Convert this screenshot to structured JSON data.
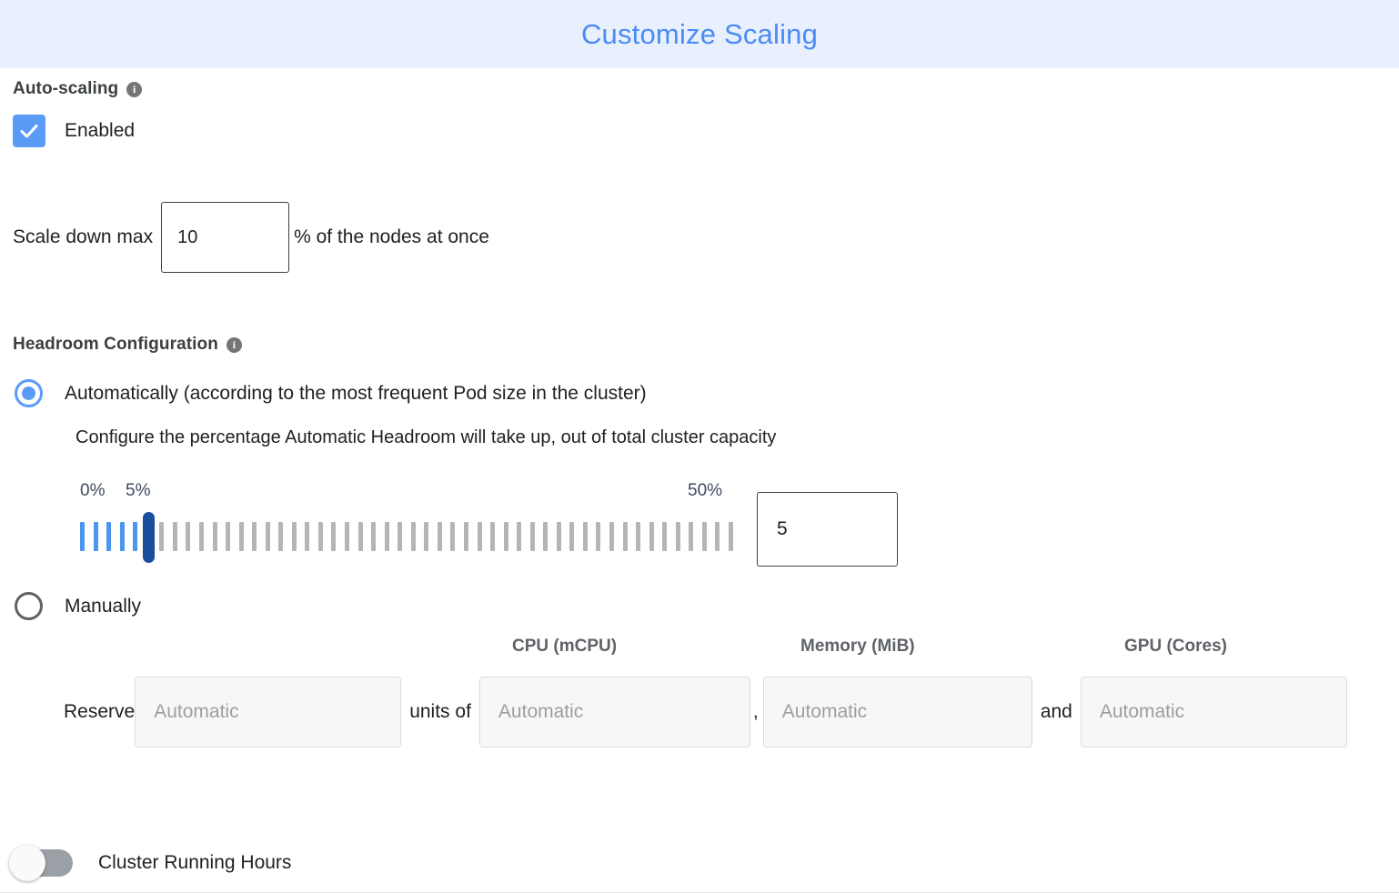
{
  "dialog": {
    "title": "Customize Scaling",
    "header_bg": "#e9f0fd",
    "title_color": "#4b8bf5"
  },
  "auto_scaling": {
    "heading": "Auto-scaling",
    "info_icon": "info-icon",
    "info_glyph": "i",
    "enabled_label": "Enabled",
    "enabled_checked": true,
    "checkbox_color": "#5b9bf8",
    "scale_down": {
      "prefix_label": "Scale down max",
      "value": "10",
      "suffix_label": "% of the nodes at once"
    }
  },
  "headroom": {
    "heading": "Headroom Configuration",
    "info_glyph": "i",
    "options": [
      {
        "id": "automatic",
        "label": "Automatically (according to the most frequent Pod size in the cluster)",
        "sublabel": "Configure the percentage Automatic Headroom will take up, out of total cluster capacity",
        "selected": true
      },
      {
        "id": "manually",
        "label": "Manually",
        "selected": false
      }
    ],
    "slider": {
      "min_label": "0%",
      "current_label": "5%",
      "max_label": "50%",
      "min": 0,
      "max": 50,
      "value": 5,
      "tick_count": 50,
      "filled_color": "#4d96f0",
      "empty_color": "#b5b5b5",
      "thumb_color": "#1a4d9e",
      "value_box": "5"
    },
    "manual_fields": {
      "reserve_label": "Reserve",
      "units_of_label": "units of",
      "comma_label": ",",
      "and_label": "and",
      "columns": [
        {
          "header": "CPU (mCPU)"
        },
        {
          "header": "Memory (MiB)"
        },
        {
          "header": "GPU (Cores)"
        }
      ],
      "inputs": [
        {
          "name": "units",
          "placeholder": "Automatic",
          "value": "",
          "disabled": true
        },
        {
          "name": "cpu",
          "placeholder": "Automatic",
          "value": "",
          "disabled": true
        },
        {
          "name": "memory",
          "placeholder": "Automatic",
          "value": "",
          "disabled": true
        },
        {
          "name": "gpu",
          "placeholder": "Automatic",
          "value": "",
          "disabled": true
        }
      ]
    }
  },
  "cluster_running_hours": {
    "label": "Cluster Running Hours",
    "enabled": false,
    "track_color": "#9aa0a6"
  }
}
